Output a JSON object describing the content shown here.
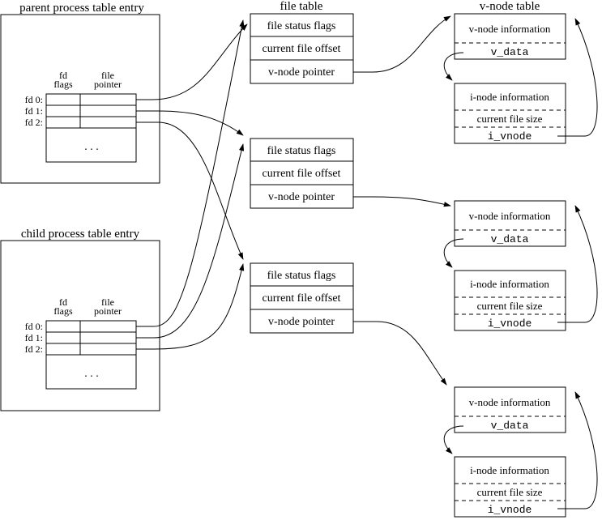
{
  "headers": {
    "parent": "parent process table entry",
    "child": "child process table entry",
    "file_table": "file table",
    "vnode_table": "v-node table"
  },
  "process_columns": {
    "flags": [
      "fd",
      "flags"
    ],
    "pointer": [
      "file",
      "pointer"
    ]
  },
  "fd_labels": [
    "fd 0:",
    "fd 1:",
    "fd 2:"
  ],
  "ellipsis": ". . .",
  "file_entry_rows": [
    "file status flags",
    "current file offset",
    "v-node pointer"
  ],
  "vnode_rows": {
    "info": "v-node information",
    "field": "v_data"
  },
  "inode_rows": {
    "info": "i-node information",
    "size": "current file size",
    "field": "i_vnode"
  }
}
